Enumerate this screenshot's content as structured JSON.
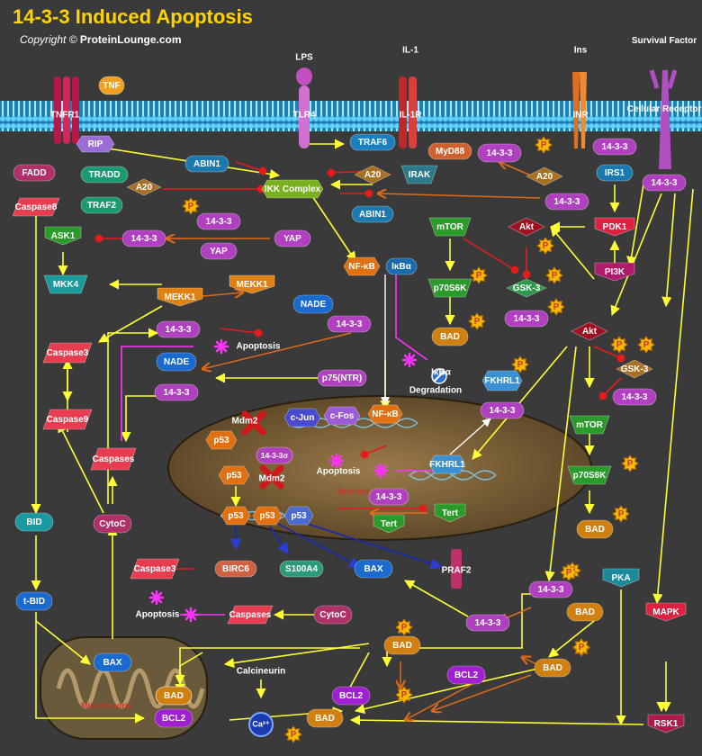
{
  "title": "14-3-3 Induced Apoptosis",
  "copyright_prefix": "Copyright ©",
  "copyright_site": "ProteinLounge.com",
  "compartments": {
    "nucleus": "Nucleus",
    "mitochondria": "Mitochondria"
  },
  "receptor_labels": {
    "survival_factor": "Survival Factor",
    "cellular_receptor": "Cellular Receptor"
  },
  "colors": {
    "background": "#3a3a3a",
    "activation": "#ffff33",
    "inhibition": "#e81b1b",
    "translocation": "#e06a1b",
    "apoptosis": "#ff33ff",
    "transcription": "#1a2aa8",
    "membrane": "#3bb4e6"
  },
  "nodes": {
    "tnf": "TNF",
    "tnfr1": "TNFR1",
    "lps": "LPS",
    "tlr4": "TLR4",
    "il1": "IL-1",
    "il1r": "IL-1R",
    "ins": "Ins",
    "inr": "INR",
    "rip": "RIP",
    "fadd": "FADD",
    "tradd": "TRADD",
    "a20_a": "A20",
    "traf2": "TRAF2",
    "caspase8": "Caspase8",
    "abin1_a": "ABIN1",
    "ikk": "IKK Complex",
    "traf6": "TRAF6",
    "myd88": "MyD88",
    "irak": "IRAK",
    "a20_b": "A20",
    "abin1_b": "ABIN1",
    "p1433_top": "14-3-3",
    "p_top": "P",
    "a20_c": "A20",
    "p1433_r1": "14-3-3",
    "irs1": "IRS1",
    "p1433_r2": "14-3-3",
    "p1433_rec": "14-3-3",
    "p_yap": "P",
    "p1433_yap": "14-3-3",
    "yap_c": "YAP",
    "yap": "YAP",
    "ask1": "ASK1",
    "p1433_ask": "14-3-3",
    "nfkb1": "NF-κB",
    "ikba1": "IκBα",
    "mtor1": "mTOR",
    "akt1": "Akt",
    "p_akt1": "P",
    "pdk1": "PDK1",
    "mkk4": "MKK4",
    "mekk1_a": "MEKK1",
    "mekk1_b": "MEKK1",
    "p70_1": "p70S6K",
    "p_p70_1": "P",
    "gsk1": "GSK-3",
    "p_gsk1": "P",
    "pi3k": "PI3K",
    "p1433_mekk": "14-3-3",
    "nade1": "NADE",
    "p1433_nade": "14-3-3",
    "bad1": "BAD",
    "p_bad1": "P",
    "p1433_gsk1": "14-3-3",
    "p_gsk1b": "P",
    "apoptosis1": "Apoptosis",
    "caspase3_a": "Caspase3",
    "akt2": "Akt",
    "p_akt2": "P",
    "nade2": "NADE",
    "p75ntr": "p75(NTR)",
    "ikba2": "IκBα",
    "degradation": "Degradation",
    "p1433_nade2": "14-3-3",
    "fkhrl1_a": "FKHRL1",
    "p_fkhrl1": "P",
    "p1433_fk": "14-3-3",
    "gsk2": "GSK-3",
    "p_gsk2": "P",
    "p1433_gsk2": "14-3-3",
    "caspase9": "Caspase9",
    "p53_a": "p53",
    "mdm2_a": "Mdm2",
    "cjun": "c-Jun",
    "cfos": "c-Fos",
    "nfkb2": "NF-κB",
    "p1433a": "14-3-3σ",
    "p53_b": "p53",
    "mdm2_b": "Mdm2",
    "apoptosis2": "Apoptosis",
    "fkhrl1_b": "FKHRL1",
    "mtor2": "mTOR",
    "caspases1": "Caspases",
    "p70_2": "p70S6K",
    "p_p70_2": "P",
    "p1433_tert": "14-3-3",
    "tert_a": "Tert",
    "tert_b": "Tert",
    "p53_c": "p53",
    "p53_d": "p53",
    "p53_e": "p53",
    "bid": "BID",
    "cytoc1": "CytoC",
    "bad2": "BAD",
    "p_bad2": "P",
    "caspase3_b": "Caspase3",
    "birc6": "BIRC6",
    "s100a4": "S100A4",
    "bax1": "BAX",
    "praf2": "PRAF2",
    "pka": "PKA",
    "p1433_pka": "14-3-3",
    "p_pka": "P",
    "mapk": "MAPK",
    "tbid": "t-BID",
    "apoptosis3": "Apoptosis",
    "caspases2": "Caspases",
    "cytoc2": "CytoC",
    "bad3": "BAD",
    "p1433_bad3": "14-3-3",
    "p_bad3a": "P",
    "p_bad3b": "P",
    "bax2": "BAX",
    "calcineurin": "Calcineurin",
    "bad4": "BAD",
    "p_bad4": "P",
    "p_bad5": "P",
    "bcl2_a": "BCL2",
    "bad5": "BAD",
    "bcl2_b": "BCL2",
    "bcl2_c": "BCL2",
    "bad6": "BAD",
    "p_bad6": "P",
    "ca": "Ca²⁺",
    "rsk1": "RSK1"
  }
}
